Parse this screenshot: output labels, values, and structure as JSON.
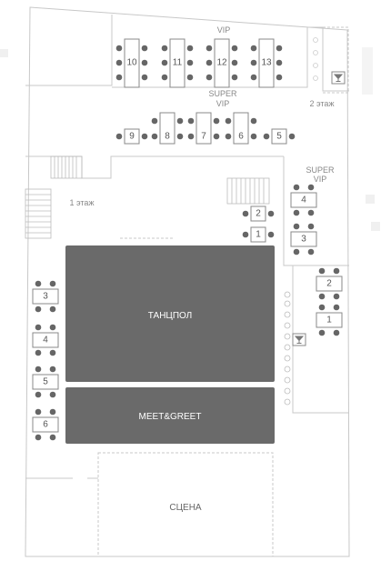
{
  "labels": {
    "vip": "VIP",
    "super_vip_top": "SUPER",
    "super_vip_bottom": "VIP",
    "super_vip_right_top": "SUPER",
    "super_vip_right_bottom": "VIP",
    "floor_1": "1 этаж",
    "floor_2": "2 этаж",
    "dancefloor": "ТАНЦПОЛ",
    "meet_greet": "MEET&GREET",
    "stage": "СЦЕНА"
  },
  "tables": {
    "vip": [
      "10",
      "11",
      "12",
      "13"
    ],
    "super_vip": [
      "9",
      "8",
      "7",
      "6",
      "5"
    ],
    "center": [
      "2",
      "1"
    ],
    "right_super_vip": [
      "4",
      "3"
    ],
    "right": [
      "2",
      "1"
    ],
    "left": [
      "3",
      "4",
      "5",
      "6"
    ]
  },
  "icons": {
    "bar_top": "cocktail-icon",
    "bar_right": "cocktail-icon"
  },
  "colors": {
    "seat": "#666666",
    "zone": "#6a6a6a",
    "outline": "#c8c8c8",
    "text": "#888888"
  }
}
